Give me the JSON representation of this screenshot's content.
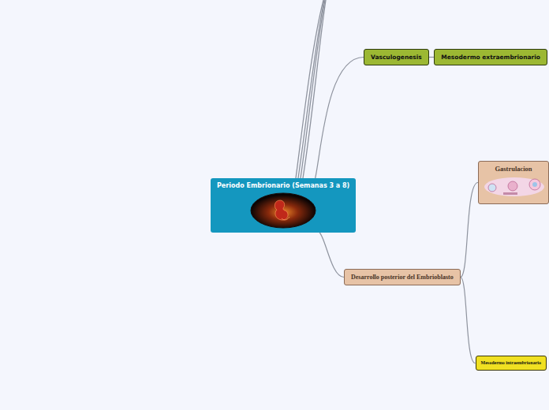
{
  "diagram": {
    "nodes": [
      {
        "text": [
          "Periodo Embrionario (Semanas 3 a 8)"
        ]
      },
      {
        "text": [
          "Vasculogenesis"
        ]
      },
      {
        "text": [
          "Mesodermo extraembrionario"
        ]
      },
      {
        "text": [
          "Desarrollo posterior del Embrioblasto"
        ]
      },
      {
        "text": [
          "Gastrulacion"
        ]
      },
      {
        "text": [
          "Mesodermo intraembrionario"
        ]
      }
    ],
    "edges": [
      {
        "from": 0,
        "to": 1,
        "arrow": "none"
      },
      {
        "from": 1,
        "to": 2,
        "arrow": "none"
      },
      {
        "from": 0,
        "to": 3,
        "arrow": "none"
      },
      {
        "from": 3,
        "to": 4,
        "arrow": "none"
      },
      {
        "from": 3,
        "to": 5,
        "arrow": "none"
      }
    ]
  }
}
